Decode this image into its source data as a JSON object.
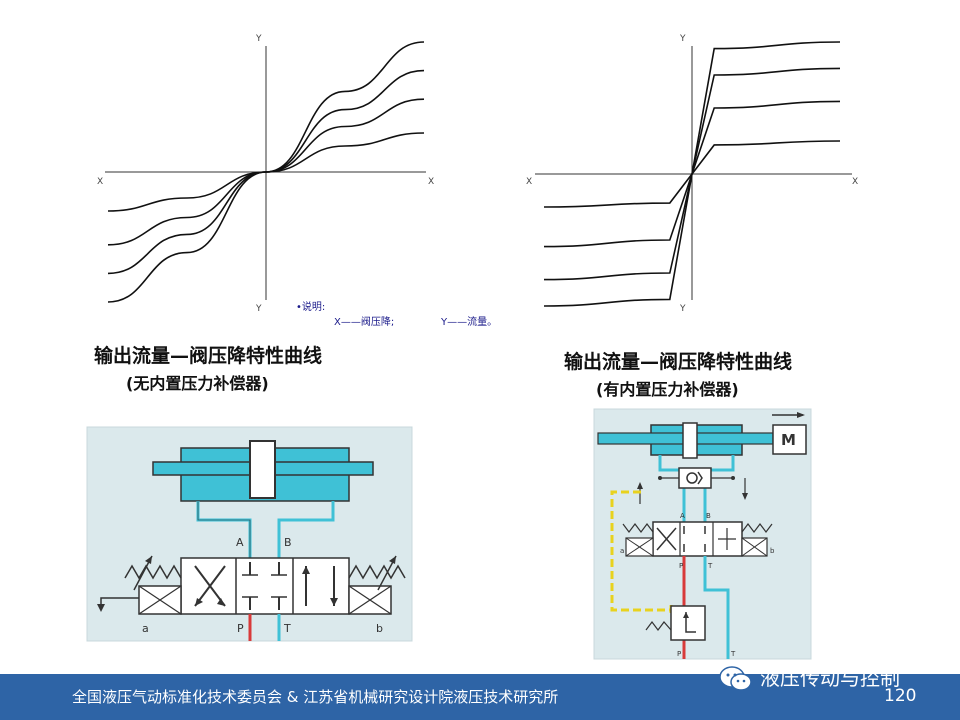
{
  "chart_data": [
    {
      "type": "line",
      "x_axis_label": "X",
      "y_axis_label": "Y",
      "series": [
        {
          "x": [
            -1.0,
            -0.5,
            0.0,
            0.5,
            1.0
          ],
          "y": [
            -1.0,
            -0.62,
            0.0,
            0.62,
            1.0
          ]
        },
        {
          "x": [
            -1.0,
            -0.5,
            0.0,
            0.5,
            1.0
          ],
          "y": [
            -0.78,
            -0.48,
            0.0,
            0.48,
            0.78
          ]
        },
        {
          "x": [
            -1.0,
            -0.5,
            0.0,
            0.5,
            1.0
          ],
          "y": [
            -0.56,
            -0.35,
            0.0,
            0.35,
            0.56
          ]
        },
        {
          "x": [
            -1.0,
            -0.5,
            0.0,
            0.5,
            1.0
          ],
          "y": [
            -0.3,
            -0.2,
            0.0,
            0.2,
            0.3
          ]
        }
      ]
    },
    {
      "type": "line",
      "x_axis_label": "X",
      "y_axis_label": "Y",
      "series": [
        {
          "x": [
            -1.0,
            -0.15,
            0.0,
            0.15,
            1.0
          ],
          "y": [
            -1.0,
            -0.95,
            0.0,
            0.95,
            1.0
          ]
        },
        {
          "x": [
            -1.0,
            -0.15,
            0.0,
            0.15,
            1.0
          ],
          "y": [
            -0.8,
            -0.75,
            0.0,
            0.75,
            0.8
          ]
        },
        {
          "x": [
            -1.0,
            -0.15,
            0.0,
            0.15,
            1.0
          ],
          "y": [
            -0.55,
            -0.5,
            0.0,
            0.5,
            0.55
          ]
        },
        {
          "x": [
            -1.0,
            -0.15,
            0.0,
            0.15,
            1.0
          ],
          "y": [
            -0.25,
            -0.22,
            0.0,
            0.22,
            0.25
          ]
        }
      ]
    }
  ],
  "note": {
    "label": "•说明:",
    "x_def": "X——阀压降;",
    "y_def": "Y——流量。"
  },
  "left_title": {
    "main": "输出流量—阀压降特性曲线",
    "sub": "(无内置压力补偿器)"
  },
  "right_title": {
    "main": "输出流量—阀压降特性曲线",
    "sub": "(有内置压力补偿器)"
  },
  "left_diagram": {
    "port_a": "A",
    "port_b": "B",
    "port_p": "P",
    "port_t": "T",
    "sol_a": "a",
    "sol_b": "b"
  },
  "right_diagram": {
    "motor": "M",
    "port_a": "A",
    "port_b": "B",
    "port_p": "P",
    "port_t": "T",
    "sol_a": "a",
    "sol_b": "b"
  },
  "footer": {
    "org_text": "全国液压气动标准化技术委员会 & 江苏省机械研究设计院液压技术研究所",
    "wechat_name": "液压传动与控制",
    "page_number": "120"
  },
  "colors": {
    "footer_bg": "#2e64a6",
    "diagram_bg": "#dbe9ec",
    "cylinder": "#3fc1d6",
    "pressure_line": "#d83a3a",
    "tank_line": "#3fc1d6",
    "pilot_line": "#e8d21e"
  }
}
